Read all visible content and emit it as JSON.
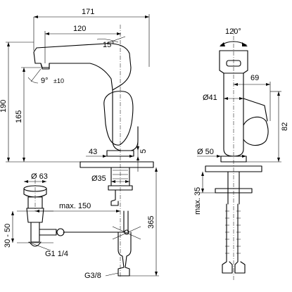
{
  "dimensions": {
    "overall_width": "171",
    "spout_reach": "120",
    "spout_angle": "15°",
    "spout_tilt": "9°",
    "spout_tilt_tolerance": "±10",
    "overall_height": "190",
    "spout_height": "165",
    "base_width": "43",
    "base_thickness": "5",
    "shank_diameter": "Ø35",
    "drain_diameter": "Ø 63",
    "max_reach": "max. 150",
    "drain_range": "30 - 50",
    "drain_thread": "G1 1/4",
    "supply_thread": "G3/8",
    "supply_length": "365",
    "rotation": "120°",
    "side_depth": "69",
    "body_diameter": "Ø41",
    "lever_height": "82",
    "base_diameter": "Ø 50",
    "max_thickness": "max. 35"
  }
}
